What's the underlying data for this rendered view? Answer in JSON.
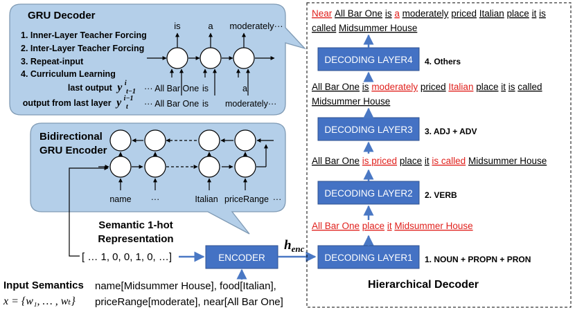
{
  "gru_decoder": {
    "title": "GRU Decoder",
    "methods": [
      "1. Inner-Layer Teacher Forcing",
      "2. Inter-Layer Teacher Forcing",
      "3. Repeat-input",
      "4. Curriculum Learning"
    ],
    "outputs": [
      "is",
      "a",
      "moderately···"
    ],
    "last_output_label": "last output",
    "last_output_sym": "y",
    "last_output_sup": "i",
    "last_output_sub": "t−1",
    "last_output_row": [
      "··· All Bar One",
      "is",
      "a"
    ],
    "last_layer_label": "output from last layer",
    "last_layer_sym": "y",
    "last_layer_sup": "i−1",
    "last_layer_sub": "t",
    "last_layer_row": [
      "··· All Bar One",
      "is",
      "moderately···"
    ]
  },
  "bigru_encoder": {
    "title_line1": "Bidirectional",
    "title_line2": "GRU Encoder",
    "inputs": [
      "name",
      "···",
      "Italian",
      "priceRange",
      "···"
    ]
  },
  "representation": {
    "title_line1": "Semantic 1-hot",
    "title_line2": "Representation",
    "vector": "[ … 1, 0, 0, 1, 0, …]"
  },
  "input_semantics": {
    "label": "Input Semantics",
    "formula": "x = {w₁, … , wₜ}",
    "line1": "name[Midsummer House], food[Italian],",
    "line2": "priceRange[moderate], near[All Bar One]"
  },
  "encoder": {
    "label": "ENCODER",
    "h_label": "h",
    "h_sub": "enc"
  },
  "decoder": {
    "title": "Hierarchical Decoder",
    "layers": [
      {
        "label": "DECODING LAYER1",
        "tag": "1. NOUN + PROPN + PRON"
      },
      {
        "label": "DECODING LAYER2",
        "tag": "2. VERB"
      },
      {
        "label": "DECODING LAYER3",
        "tag": "3. ADJ + ADV"
      },
      {
        "label": "DECODING LAYER4",
        "tag": "4. Others"
      }
    ],
    "sentences": [
      {
        "lines": [
          [
            [
              "All Bar One",
              "red"
            ],
            [
              " ",
              "gap"
            ],
            [
              "place",
              "red"
            ],
            [
              " ",
              "gap"
            ],
            [
              "it",
              "red"
            ],
            [
              " ",
              "gap"
            ],
            [
              "Midsummer House",
              "red"
            ]
          ]
        ]
      },
      {
        "lines": [
          [
            [
              "All Bar One",
              "ul"
            ],
            [
              " ",
              "gap"
            ],
            [
              "is priced",
              "red"
            ],
            [
              " ",
              "gap"
            ],
            [
              "place",
              "ul"
            ],
            [
              " ",
              "gap"
            ],
            [
              "it",
              "ul"
            ],
            [
              " ",
              "gap"
            ],
            [
              "is called",
              "red"
            ],
            [
              " ",
              "gap"
            ],
            [
              "Midsummer House",
              "ul"
            ]
          ]
        ]
      },
      {
        "lines": [
          [
            [
              "All Bar One",
              "ul"
            ],
            [
              " ",
              "gap"
            ],
            [
              "is",
              "ul"
            ],
            [
              " ",
              "gap"
            ],
            [
              "moderately",
              "red"
            ],
            [
              " ",
              "gap"
            ],
            [
              "priced",
              "ul"
            ],
            [
              " ",
              "gap"
            ],
            [
              "Italian",
              "red"
            ],
            [
              " ",
              "gap"
            ],
            [
              "place",
              "ul"
            ],
            [
              " ",
              "gap"
            ],
            [
              "it",
              "ul"
            ],
            [
              " ",
              "gap"
            ],
            [
              "is",
              "ul"
            ],
            [
              " ",
              "gap"
            ],
            [
              "called",
              "ul"
            ]
          ],
          [
            [
              "Midsummer House",
              "ul"
            ]
          ]
        ]
      },
      {
        "lines": [
          [
            [
              "Near",
              "red"
            ],
            [
              " ",
              "gap"
            ],
            [
              "All Bar One",
              "ul"
            ],
            [
              " ",
              "gap"
            ],
            [
              "is",
              "ul"
            ],
            [
              " ",
              "gap"
            ],
            [
              "a",
              "red"
            ],
            [
              " ",
              "gap"
            ],
            [
              "moderately",
              "ul"
            ],
            [
              " ",
              "gap"
            ],
            [
              "priced",
              "ul"
            ],
            [
              " ",
              "gap"
            ],
            [
              "Italian",
              "ul"
            ],
            [
              " ",
              "gap"
            ],
            [
              "place",
              "ul"
            ],
            [
              " ",
              "gap"
            ],
            [
              "it",
              "ul"
            ],
            [
              " ",
              "gap"
            ],
            [
              "is",
              "ul"
            ]
          ],
          [
            [
              "called",
              "ul"
            ],
            [
              " ",
              "gap"
            ],
            [
              "Midsummer House",
              "ul"
            ]
          ]
        ]
      }
    ]
  },
  "colors": {
    "bubble_fill": "#b4cfe9",
    "bubble_stroke": "#7f9ab4",
    "box_fill": "#4472c4",
    "box_stroke": "#2f528f",
    "arrow": "#4a78c4",
    "red": "#e0201c",
    "text": "#000000"
  }
}
